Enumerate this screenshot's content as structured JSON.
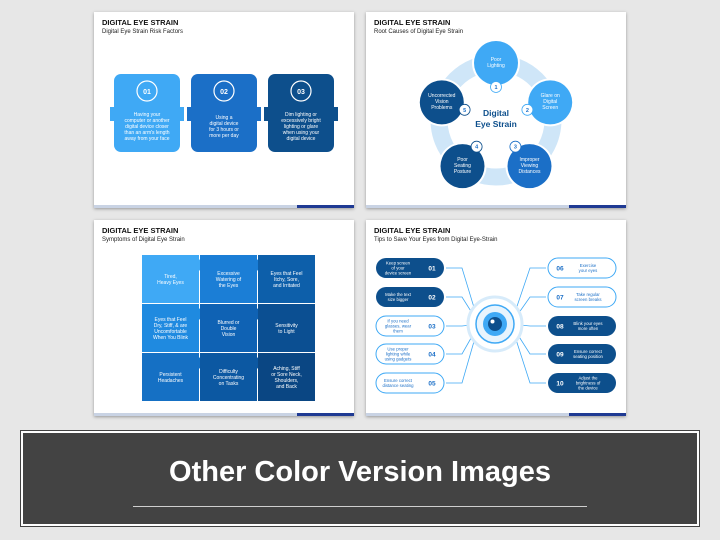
{
  "colors": {
    "light": "#3fa9f5",
    "mid": "#1b6fc7",
    "dark": "#0d4f8c",
    "ring": "#cfe6f8",
    "banner": "#434343"
  },
  "slide1": {
    "title": "DIGITAL EYE STRAIN",
    "subtitle": "Digital Eye Strain Risk Factors",
    "cards": [
      {
        "num": "01",
        "lines": [
          "Having your",
          "computer or another",
          "digital device closer",
          "than an arm's length",
          "away from your face"
        ]
      },
      {
        "num": "02",
        "lines": [
          "Using a",
          "digital device",
          "for 3 hours or",
          "more per day"
        ]
      },
      {
        "num": "03",
        "lines": [
          "Dim lighting or",
          "excessively bright",
          "lighting or glare",
          "when using your",
          "digital device"
        ]
      }
    ]
  },
  "slide2": {
    "title": "DIGITAL EYE STRAIN",
    "subtitle": "Root Causes of Digital Eye Strain",
    "center": [
      "Digital",
      "Eye Strain"
    ],
    "nodes": [
      {
        "num": "1",
        "lines": [
          "Poor",
          "Lighting"
        ]
      },
      {
        "num": "2",
        "lines": [
          "Glare on",
          "Digital",
          "Screen"
        ]
      },
      {
        "num": "3",
        "lines": [
          "Improper",
          "Viewing",
          "Distances"
        ]
      },
      {
        "num": "4",
        "lines": [
          "Poor",
          "Seating",
          "Posture"
        ]
      },
      {
        "num": "5",
        "lines": [
          "Uncorrected",
          "Vision",
          "Problems"
        ]
      }
    ]
  },
  "slide3": {
    "title": "DIGITAL EYE STRAIN",
    "subtitle": "Symptoms of Digital Eye Strain",
    "cells": [
      [
        "Tired,",
        "Heavy Eyes"
      ],
      [
        "Excessive",
        "Watering of",
        "the Eyes"
      ],
      [
        "Eyes that Feel",
        "Itchy, Sore,",
        "and Irritated"
      ],
      [
        "Eyes that Feel",
        "Dry, Stiff, & are",
        "Uncomfortable",
        "When You Blink"
      ],
      [
        "Blurred or",
        "Double",
        "Vision"
      ],
      [
        "Sensitivity",
        "to Light"
      ],
      [
        "Persistent",
        "Headaches"
      ],
      [
        "Difficulty",
        "Concentrating",
        "on Tasks"
      ],
      [
        "Aching, Stiff",
        "or Sore Neck,",
        "Shoulders,",
        "and Back"
      ]
    ]
  },
  "slide4": {
    "title": "DIGITAL EYE STRAIN",
    "subtitle": "Tips to Save Your Eyes from Digital Eye-Strain",
    "left": [
      {
        "num": "01",
        "lines": [
          "Keep screen",
          "of your",
          "device screen"
        ]
      },
      {
        "num": "02",
        "lines": [
          "Make the text",
          "size bigger"
        ]
      },
      {
        "num": "03",
        "lines": [
          "If you need",
          "glasses, wear",
          "them"
        ]
      },
      {
        "num": "04",
        "lines": [
          "Use proper",
          "lighting while",
          "using gadgets"
        ]
      },
      {
        "num": "05",
        "lines": [
          "Ensure correct",
          "distance seating"
        ]
      }
    ],
    "right": [
      {
        "num": "06",
        "lines": [
          "Exercise",
          "your eyes"
        ]
      },
      {
        "num": "07",
        "lines": [
          "Take regular",
          "screen breaks"
        ]
      },
      {
        "num": "08",
        "lines": [
          "Blink your eyes",
          "more often"
        ]
      },
      {
        "num": "09",
        "lines": [
          "Ensure correct",
          "seating position"
        ]
      },
      {
        "num": "10",
        "lines": [
          "Adjust the",
          "brightness of",
          "the device"
        ]
      }
    ]
  },
  "banner": {
    "title": "Other Color Version Images"
  }
}
